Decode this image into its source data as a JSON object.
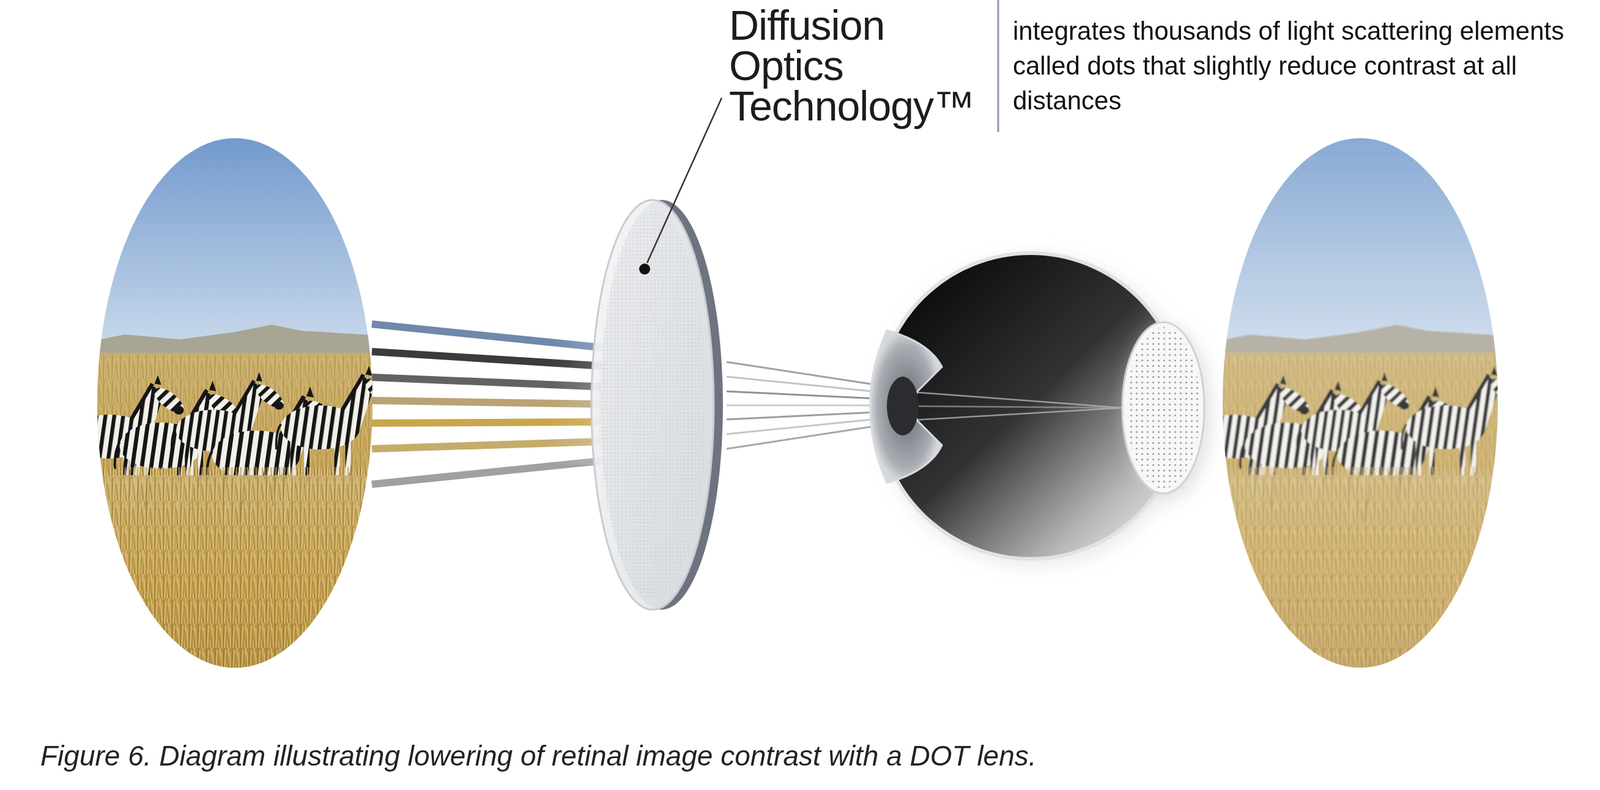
{
  "diagram": {
    "caption": "Figure 6. Diagram illustrating lowering of retinal image contrast with a DOT lens.",
    "labels": [
      "Diffusion Optics Technology™",
      "integrates thousands of light scattering elements called dots that slightly reduce contrast at all distances"
    ]
  }
}
